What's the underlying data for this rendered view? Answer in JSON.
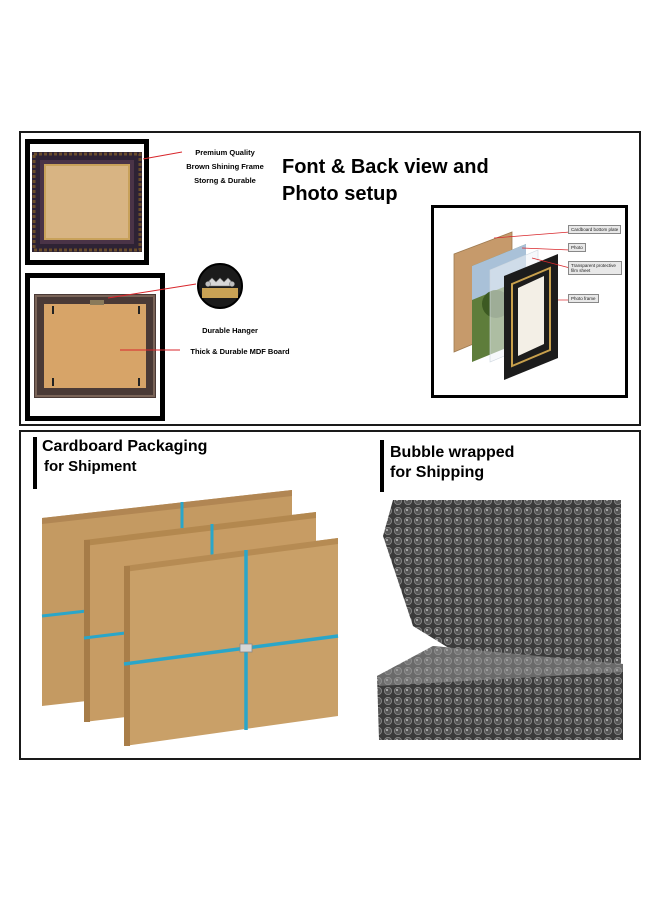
{
  "top": {
    "headline_line1": "Font & Back view and",
    "headline_line2": "Photo setup",
    "front_labels": [
      "Premium Quality",
      "Brown Shining Frame",
      "Storng & Durable"
    ],
    "back_labels": {
      "hanger": "Durable Hanger",
      "board": "Thick & Durable MDF Board"
    },
    "diagram_labels": [
      "Cardboard bottom plate",
      "Photo",
      "Transparent protective film sheet",
      "Photo frame"
    ]
  },
  "bottom": {
    "cardboard_title_line1": "Cardboard Packaging",
    "cardboard_title_line2": "for Shipment",
    "bubble_title_line1": "Bubble wrapped",
    "bubble_title_line2": "for Shipping"
  },
  "colors": {
    "frame_brown": "#3b2a3a",
    "cardboard": "#c49a62",
    "strap": "#2aa6c9",
    "callout_red": "#d8262b"
  }
}
